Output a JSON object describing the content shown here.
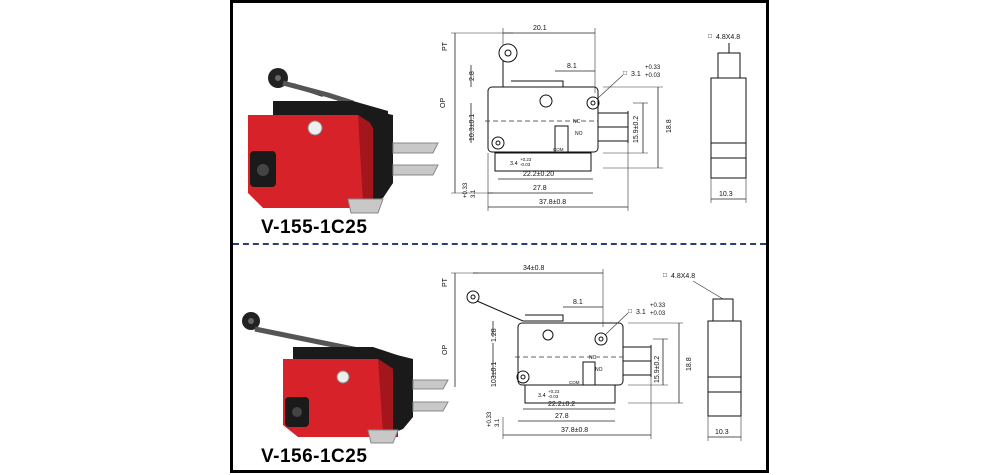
{
  "switches": [
    {
      "model": "V-155-1C25",
      "dims": {
        "pt": "PT",
        "op": "OP",
        "top_width": "20.1",
        "offset": "8.1",
        "lever_h": "2.8",
        "hole_dia": "3.1",
        "hole_tol_upper": "+0.33",
        "hole_tol_lower": "+0.03",
        "height_inner": "10.3±0.1",
        "height_total": "15.9±0.2",
        "height_outer": "18.8",
        "left_tol_upper": "+0.33",
        "left_tol_lower": "+0.03",
        "left_dim": "3.1",
        "pin_sp": "3.4",
        "pin_tol_upper": "+0.23",
        "pin_tol_lower": "-0.03",
        "hole_span": "22.2±0.20",
        "body_len": "27.8",
        "overall": "37.8±0.8",
        "term_nc": "NC",
        "term_no": "NO",
        "term_com": "COM",
        "side_size": "4.8X4.8",
        "side_width": "10.3"
      }
    },
    {
      "model": "V-156-1C25",
      "dims": {
        "pt": "PT",
        "op": "OP",
        "top_width": "34±0.8",
        "offset": "8.1",
        "lever_h": "1.28",
        "hole_dia": "3.1",
        "hole_tol_upper": "+0.33",
        "hole_tol_lower": "+0.03",
        "height_inner": "103±0.1",
        "height_total": "15.9±0.2",
        "height_outer": "18.8",
        "left_tol_upper": "+0.33",
        "left_tol_lower": "+0.03",
        "left_dim": "3.1",
        "pin_sp": "3.4",
        "pin_tol_upper": "+0.23",
        "pin_tol_lower": "-0.03",
        "hole_span": "22.2±0.2",
        "body_len": "27.8",
        "overall": "37.8±0.8",
        "term_nc": "NC",
        "term_no": "NO",
        "term_com": "COM",
        "side_size": "4.8X4.8",
        "side_width": "10.3"
      }
    }
  ],
  "colors": {
    "body": "#d8222a",
    "body_shade": "#a3161c",
    "cap": "#1a1a1a",
    "divider": "#2c3e7a"
  }
}
